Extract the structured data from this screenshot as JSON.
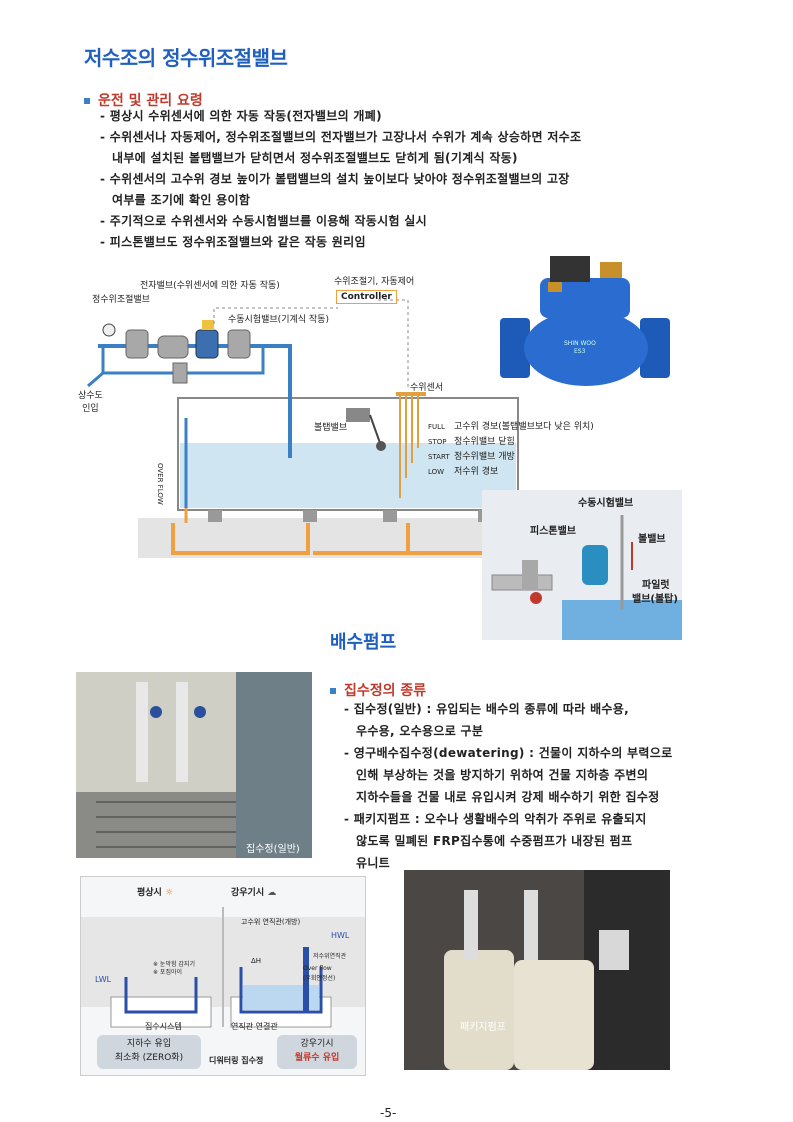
{
  "title": "저수조의 정수위조절밸브",
  "operation": {
    "heading": "운전 및 관리 요령",
    "lines": [
      "- 평상시 수위센서에 의한 자동 작동(전자밸브의 개폐)",
      "- 수위센서나 자동제어, 정수위조절밸브의 전자밸브가 고장나서 수위가 계속 상승하면 저수조",
      "내부에 설치된 볼탭밸브가 닫히면서 정수위조절밸브도 닫히게 됨(기계식 작동)",
      "- 수위센서의 고수위 경보 높이가 볼탭밸브의 설치 높이보다 낮아야 정수위조절밸브의 고장",
      "여부를 조기에 확인 용이함",
      "- 주기적으로 수위센서와 수동시험밸브를 이용해 작동시험 실시",
      "- 피스톤밸브도 정수위조절밸브와 같은 작동 원리임"
    ]
  },
  "diagram1": {
    "solenoid": "전자밸브(수위센서에 의한 자동 작동)",
    "regulator": "수위조절기, 자동제어",
    "controller": "Controller",
    "const_valve": "정수위조절밸브",
    "manual_valve": "수동시험밸브(기계식 작동)",
    "inlet1": "상수도",
    "inlet2": "인입",
    "level_sensor": "수위센서",
    "ball_valve": "볼탭밸브",
    "overflow": "OVER FLOW",
    "levels": [
      {
        "code": "FULL",
        "desc": "고수위 경보(볼탭밸브보다 낮은 위치)"
      },
      {
        "code": "STOP",
        "desc": "정수위밸브 닫힘"
      },
      {
        "code": "START",
        "desc": "정수위밸브 개방"
      },
      {
        "code": "LOW",
        "desc": "저수위 경보"
      }
    ]
  },
  "photo1_text": {
    "line1": "SHIN WOO",
    "line2": "ES3"
  },
  "diagram2": {
    "manual": "수동시험밸브",
    "piston": "피스톤밸브",
    "ball": "볼밸브",
    "pilot1": "파일럿",
    "pilot2": "밸브(볼탑)"
  },
  "pump_title": "배수펌프",
  "sump": {
    "heading": "집수정의 종류",
    "lines": [
      "- 집수정(일반) : 유입되는 배수의 종류에 따라 배수용,",
      "우수용, 오수용으로 구분",
      "- 영구배수집수정(dewatering) : 건물이 지하수의 부력으로",
      "인해 부상하는 것을 방지하기 위하여 건물 지하층 주변의",
      "지하수들을 건물 내로 유입시켜 강제 배수하기 위한 집수정",
      "- 패키지펌프 : 오수나 생활배수의 악취가 주위로 유출되지",
      "않도록 밀폐된 FRP집수통에 수중펌프가 내장된 펌프",
      "유니트"
    ]
  },
  "photo_sump_caption": "집수정(일반)",
  "diagram3": {
    "normal": "평상시",
    "rain": "강우기시",
    "vertical_pipe": "고수위 연직관(개방)",
    "hwl": "HWL",
    "lwl": "LWL",
    "sensor": "※ 눈막힘 감지기",
    "sensor2": "※ 포집아이",
    "dh": "ΔH",
    "high_pipe": "저수위연직관",
    "overflow": "Over flow",
    "overflow2": "(우회안정선)",
    "collect": "집수시스템",
    "link": "연직관 연결관",
    "box_left1": "지하수 유입",
    "box_left2": "최소화 (ZERO화)",
    "box_right1": "강우기시",
    "box_right2": "월류수 유입",
    "caption": "디워터링 집수정"
  },
  "photo_pkg_caption": "패키지펌프",
  "page_number": "-5-"
}
